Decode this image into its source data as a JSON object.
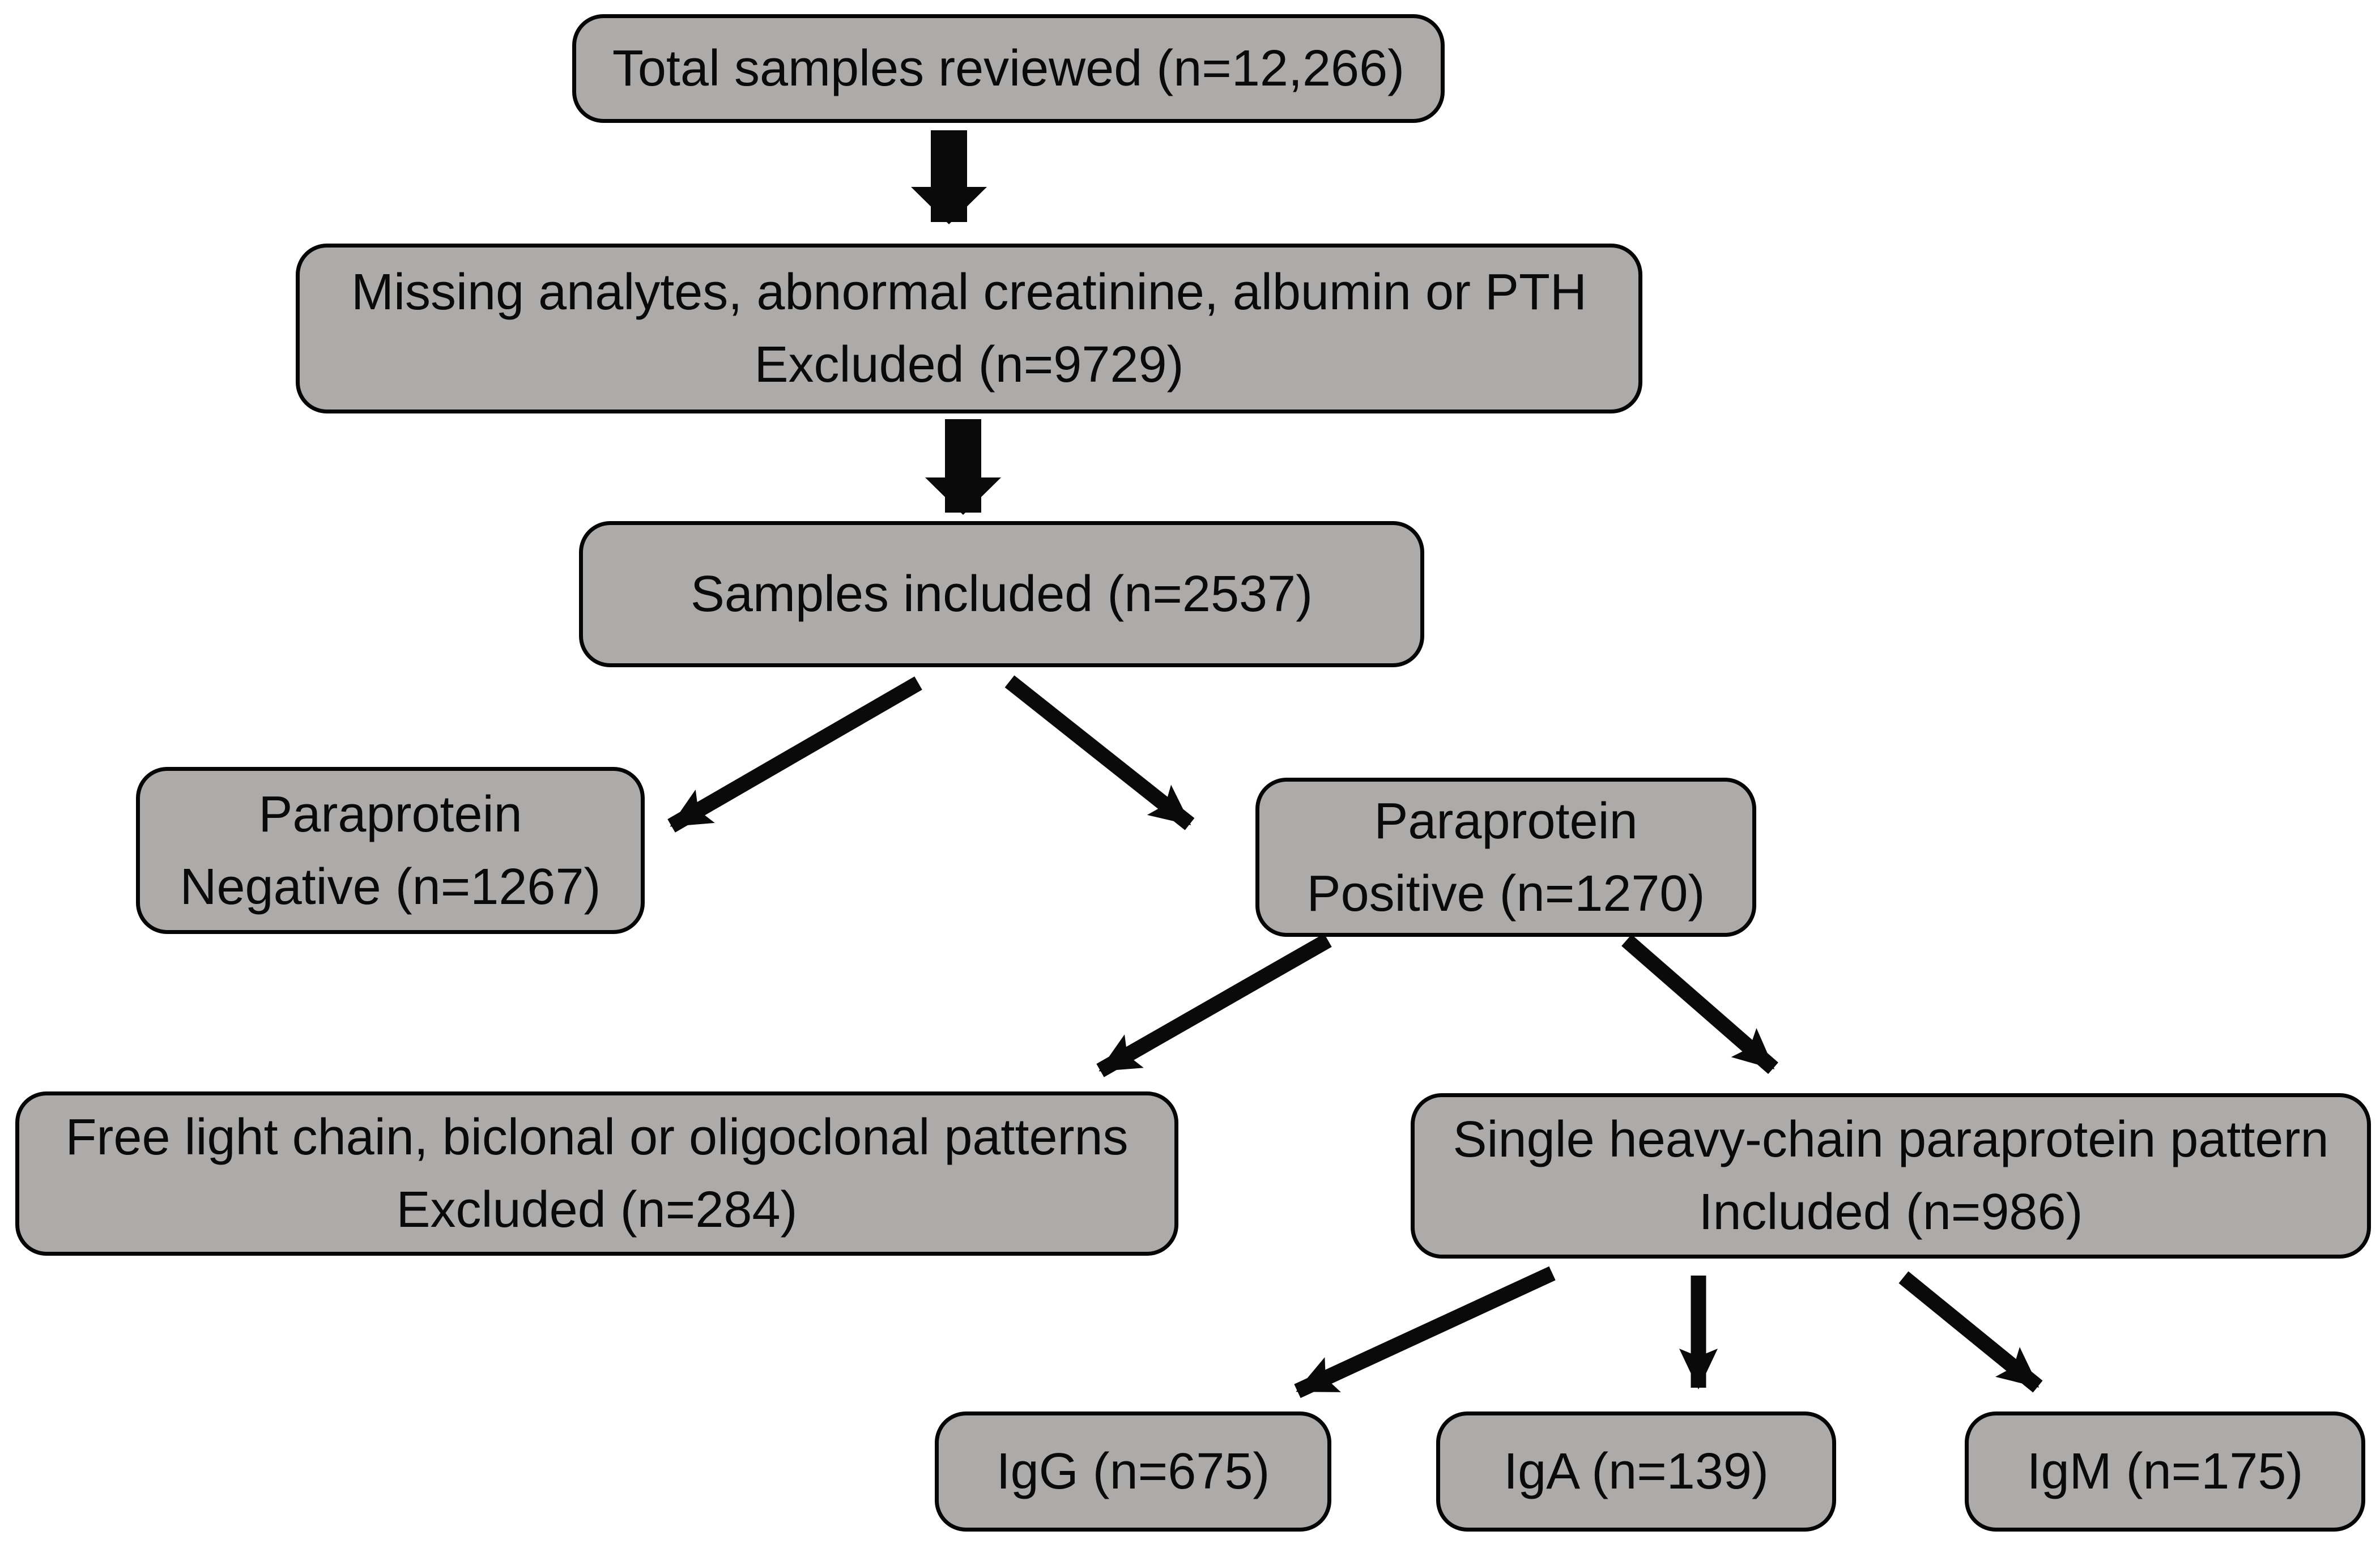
{
  "diagram": {
    "type": "flowchart",
    "background_color": "#ffffff",
    "node_fill_color": "#adaaaa",
    "node_border_color": "#050505",
    "arrow_color": "#0a0a0a",
    "text_color": "#0a0a0a"
  },
  "nodes": {
    "total": {
      "line1": "Total samples reviewed (n=12,266)"
    },
    "excluded_missing": {
      "line1": "Missing analytes, abnormal creatinine, albumin or PTH",
      "line2": "Excluded (n=9729)"
    },
    "included_samples": {
      "line1": "Samples included (n=2537)"
    },
    "para_negative": {
      "line1": "Paraprotein",
      "line2": "Negative (n=1267)"
    },
    "para_positive": {
      "line1": "Paraprotein",
      "line2": "Positive (n=1270)"
    },
    "excluded_patterns": {
      "line1": "Free light chain, biclonal or oligoclonal patterns",
      "line2": "Excluded (n=284)"
    },
    "single_heavy_chain": {
      "line1": "Single heavy-chain paraprotein pattern",
      "line2": "Included (n=986)"
    },
    "igg": {
      "line1": "IgG (n=675)"
    },
    "iga": {
      "line1": "IgA (n=139)"
    },
    "igm": {
      "line1": "IgM (n=175)"
    }
  },
  "edges": [
    {
      "from": "total",
      "to": "excluded_missing"
    },
    {
      "from": "excluded_missing",
      "to": "included_samples"
    },
    {
      "from": "included_samples",
      "to": "para_negative"
    },
    {
      "from": "included_samples",
      "to": "para_positive"
    },
    {
      "from": "para_positive",
      "to": "excluded_patterns"
    },
    {
      "from": "para_positive",
      "to": "single_heavy_chain"
    },
    {
      "from": "single_heavy_chain",
      "to": "igg"
    },
    {
      "from": "single_heavy_chain",
      "to": "iga"
    },
    {
      "from": "single_heavy_chain",
      "to": "igm"
    }
  ]
}
